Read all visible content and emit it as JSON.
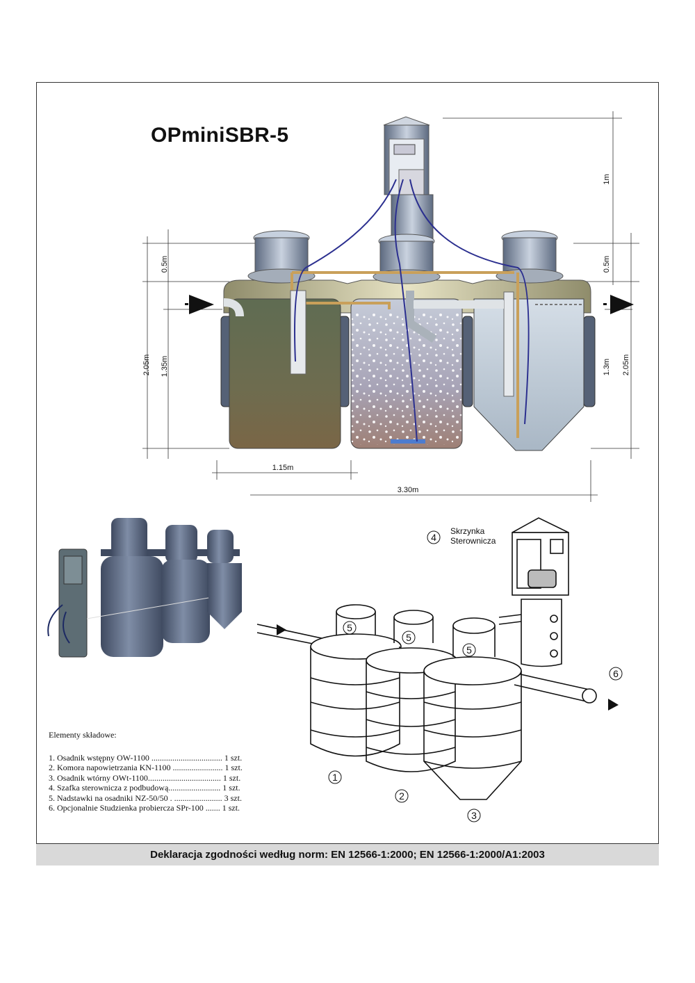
{
  "title": "OPminiSBR-5",
  "dimensions": {
    "top_height": "1m",
    "riser_left": "0.5m",
    "riser_right": "0.5m",
    "total_height_left": "2.05m",
    "inlet_height": "1.35m",
    "outlet_height": "1.3m",
    "total_height_right": "2.05m",
    "tank_width": "1.15m",
    "total_width": "3.30m"
  },
  "callouts": {
    "control_box_label_line1": "Skrzynka",
    "control_box_label_line2": "Sterownicza",
    "n1": "1",
    "n2": "2",
    "n3": "3",
    "n4": "4",
    "n5a": "5",
    "n5b": "5",
    "n5c": "5",
    "n6": "6"
  },
  "components": {
    "heading": "Elementy składowe:",
    "items": [
      "1. Osadnik wstępny  OW-1100 .................................. 1 szt.",
      "2. Komora napowietrzania KN-1100 ........................  1 szt.",
      "3. Osadnik wtórny  OWt-1100................................... 1 szt.",
      "4. Szafka sterownicza  z podbudową......................... 1 szt.",
      "5. Nadstawki na osadniki  NZ-50/50 . ....................... 3 szt.",
      "6. Opcjonalnie Studzienka probiercza  SPr-100 ....... 1 szt."
    ]
  },
  "footer": "Deklaracja zgodności  według norm: EN 12566-1:2000;   EN 12566-1:2000/A1:2003",
  "colors": {
    "tank1_fill": "#6f7a5e",
    "tank2_fill": "#b9b9c9",
    "tank3_fill": "#c8d3dc",
    "body_shell": "#d9d6b8",
    "riser": "#9aa6b8",
    "photo_tank": "#6c7a93"
  }
}
